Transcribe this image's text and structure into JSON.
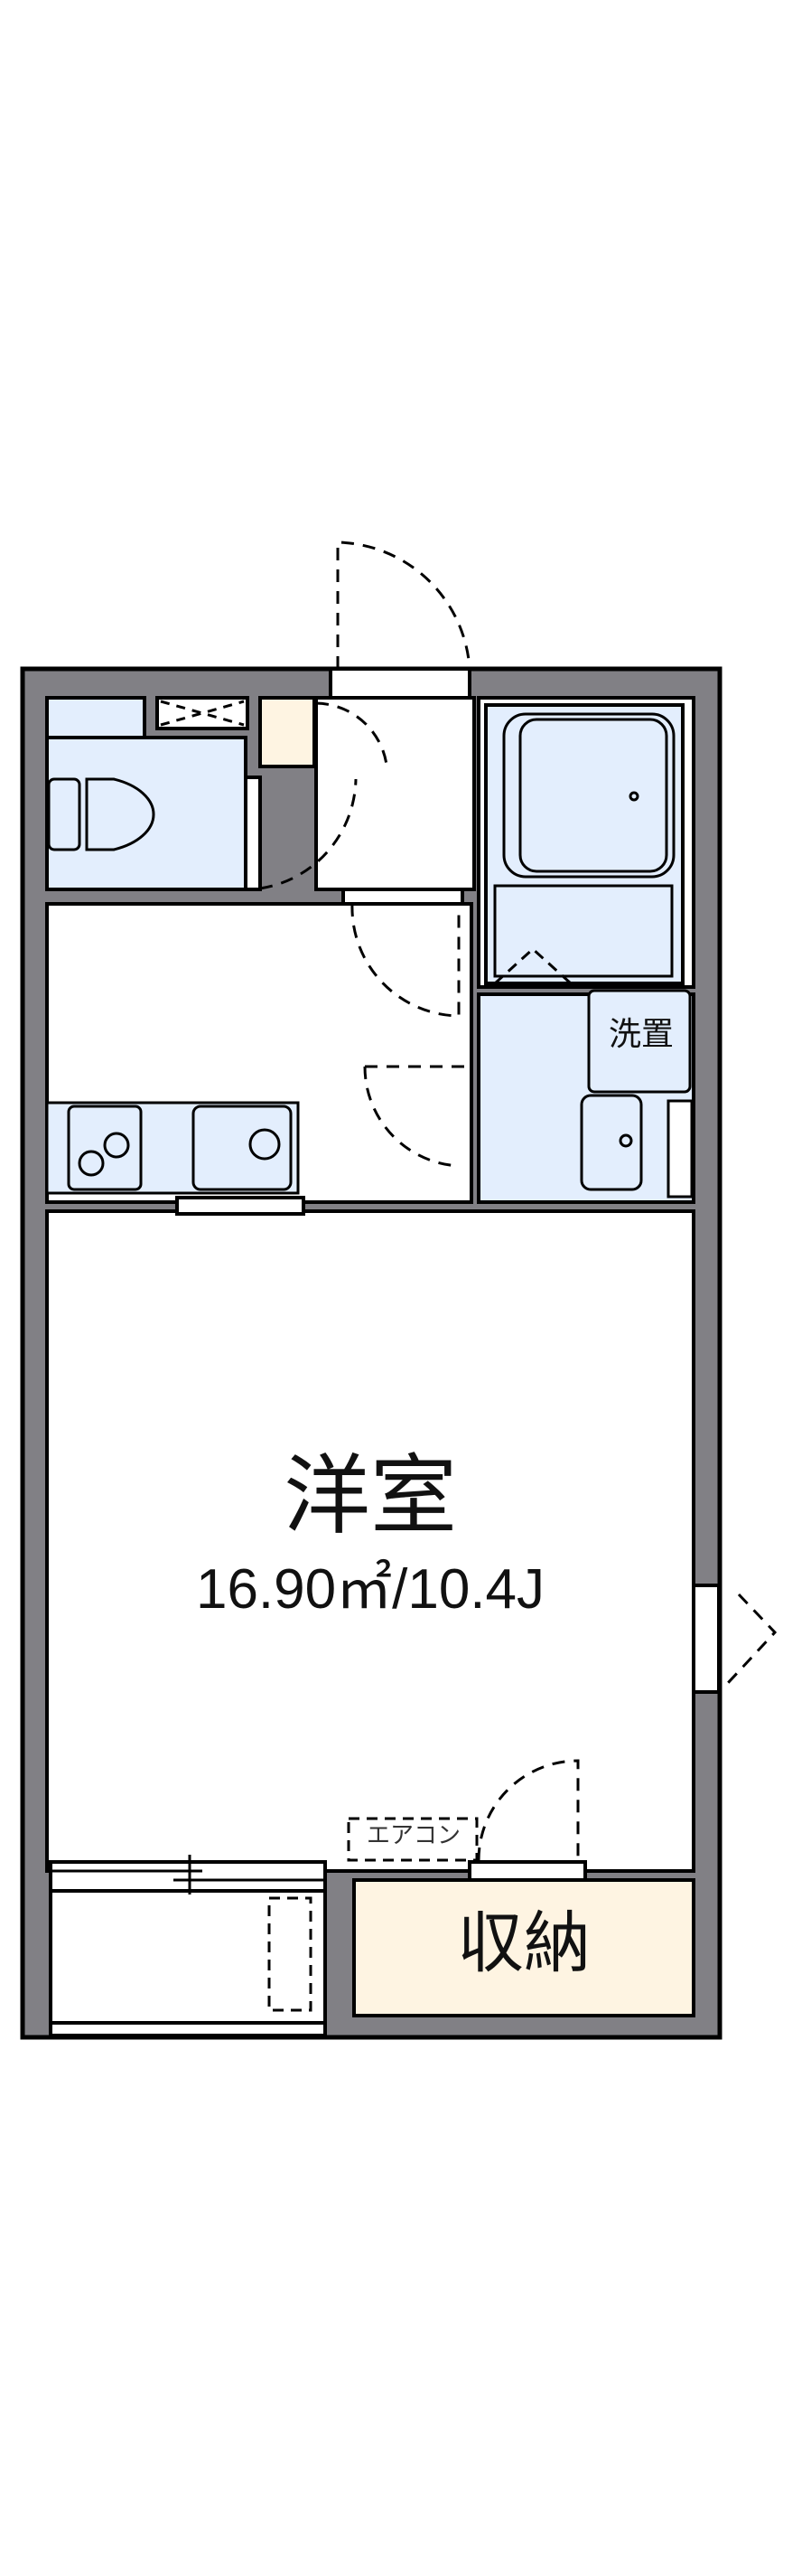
{
  "floorplan": {
    "rooms": {
      "main_room": {
        "name": "洋室",
        "area": "16.90㎡/10.4J"
      },
      "washer_space": {
        "name": "洗置"
      },
      "storage": {
        "name": "収納"
      },
      "aircon": {
        "name": "エアコン"
      }
    },
    "colors": {
      "wall": "#818085",
      "wet_area": "#e3eefd",
      "storage": "#fef4e2",
      "line": "#000000",
      "background": "#ffffff"
    }
  }
}
